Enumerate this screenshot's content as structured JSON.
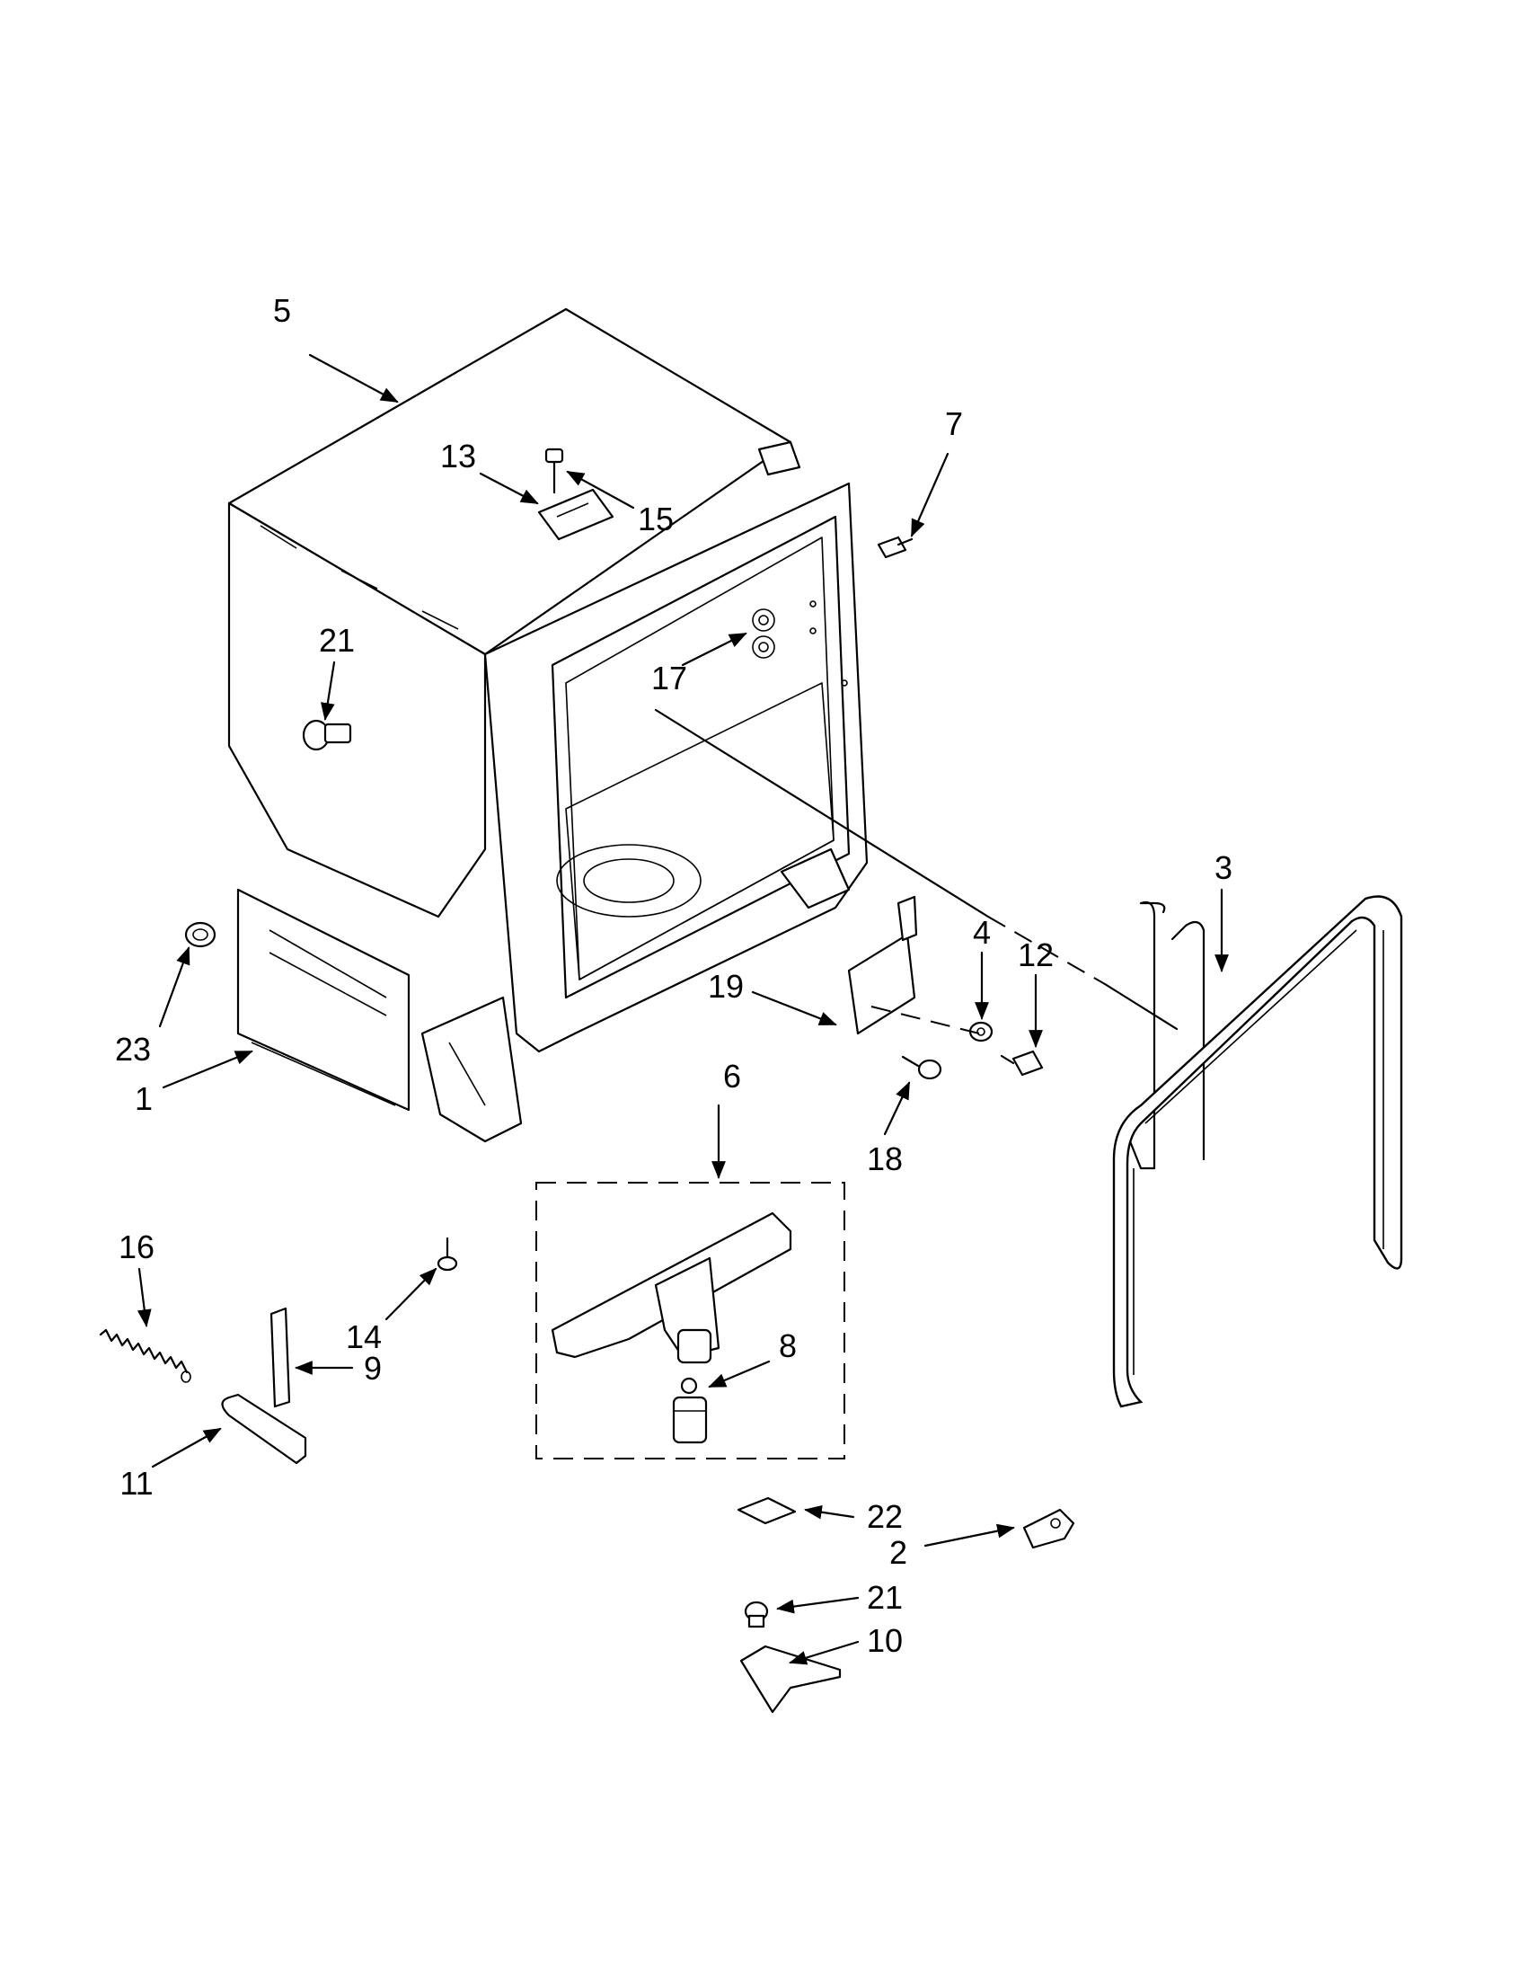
{
  "colors": {
    "ink": "#000000",
    "paper": "#ffffff",
    "shade": "#d8d8d8"
  },
  "labels": [
    {
      "id": "5",
      "text": "5"
    },
    {
      "id": "13",
      "text": "13"
    },
    {
      "id": "15",
      "text": "15"
    },
    {
      "id": "7",
      "text": "7"
    },
    {
      "id": "21a",
      "text": "21"
    },
    {
      "id": "17",
      "text": "17"
    },
    {
      "id": "3",
      "text": "3"
    },
    {
      "id": "4",
      "text": "4"
    },
    {
      "id": "12",
      "text": "12"
    },
    {
      "id": "19",
      "text": "19"
    },
    {
      "id": "23",
      "text": "23"
    },
    {
      "id": "1",
      "text": "1"
    },
    {
      "id": "6",
      "text": "6"
    },
    {
      "id": "18",
      "text": "18"
    },
    {
      "id": "16",
      "text": "16"
    },
    {
      "id": "14",
      "text": "14"
    },
    {
      "id": "9",
      "text": "9"
    },
    {
      "id": "8",
      "text": "8"
    },
    {
      "id": "11",
      "text": "11"
    },
    {
      "id": "22",
      "text": "22"
    },
    {
      "id": "2",
      "text": "2"
    },
    {
      "id": "21b",
      "text": "21"
    },
    {
      "id": "10",
      "text": "10"
    }
  ]
}
